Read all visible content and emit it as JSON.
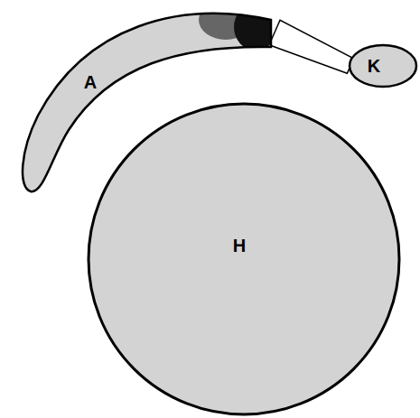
{
  "diagram": {
    "nodes": [
      {
        "text": [
          "A"
        ]
      },
      {
        "text": [
          "K"
        ]
      },
      {
        "text": [
          "H"
        ]
      }
    ],
    "edges": [
      {
        "from": 0,
        "to": 1,
        "arrow": "none"
      }
    ]
  }
}
